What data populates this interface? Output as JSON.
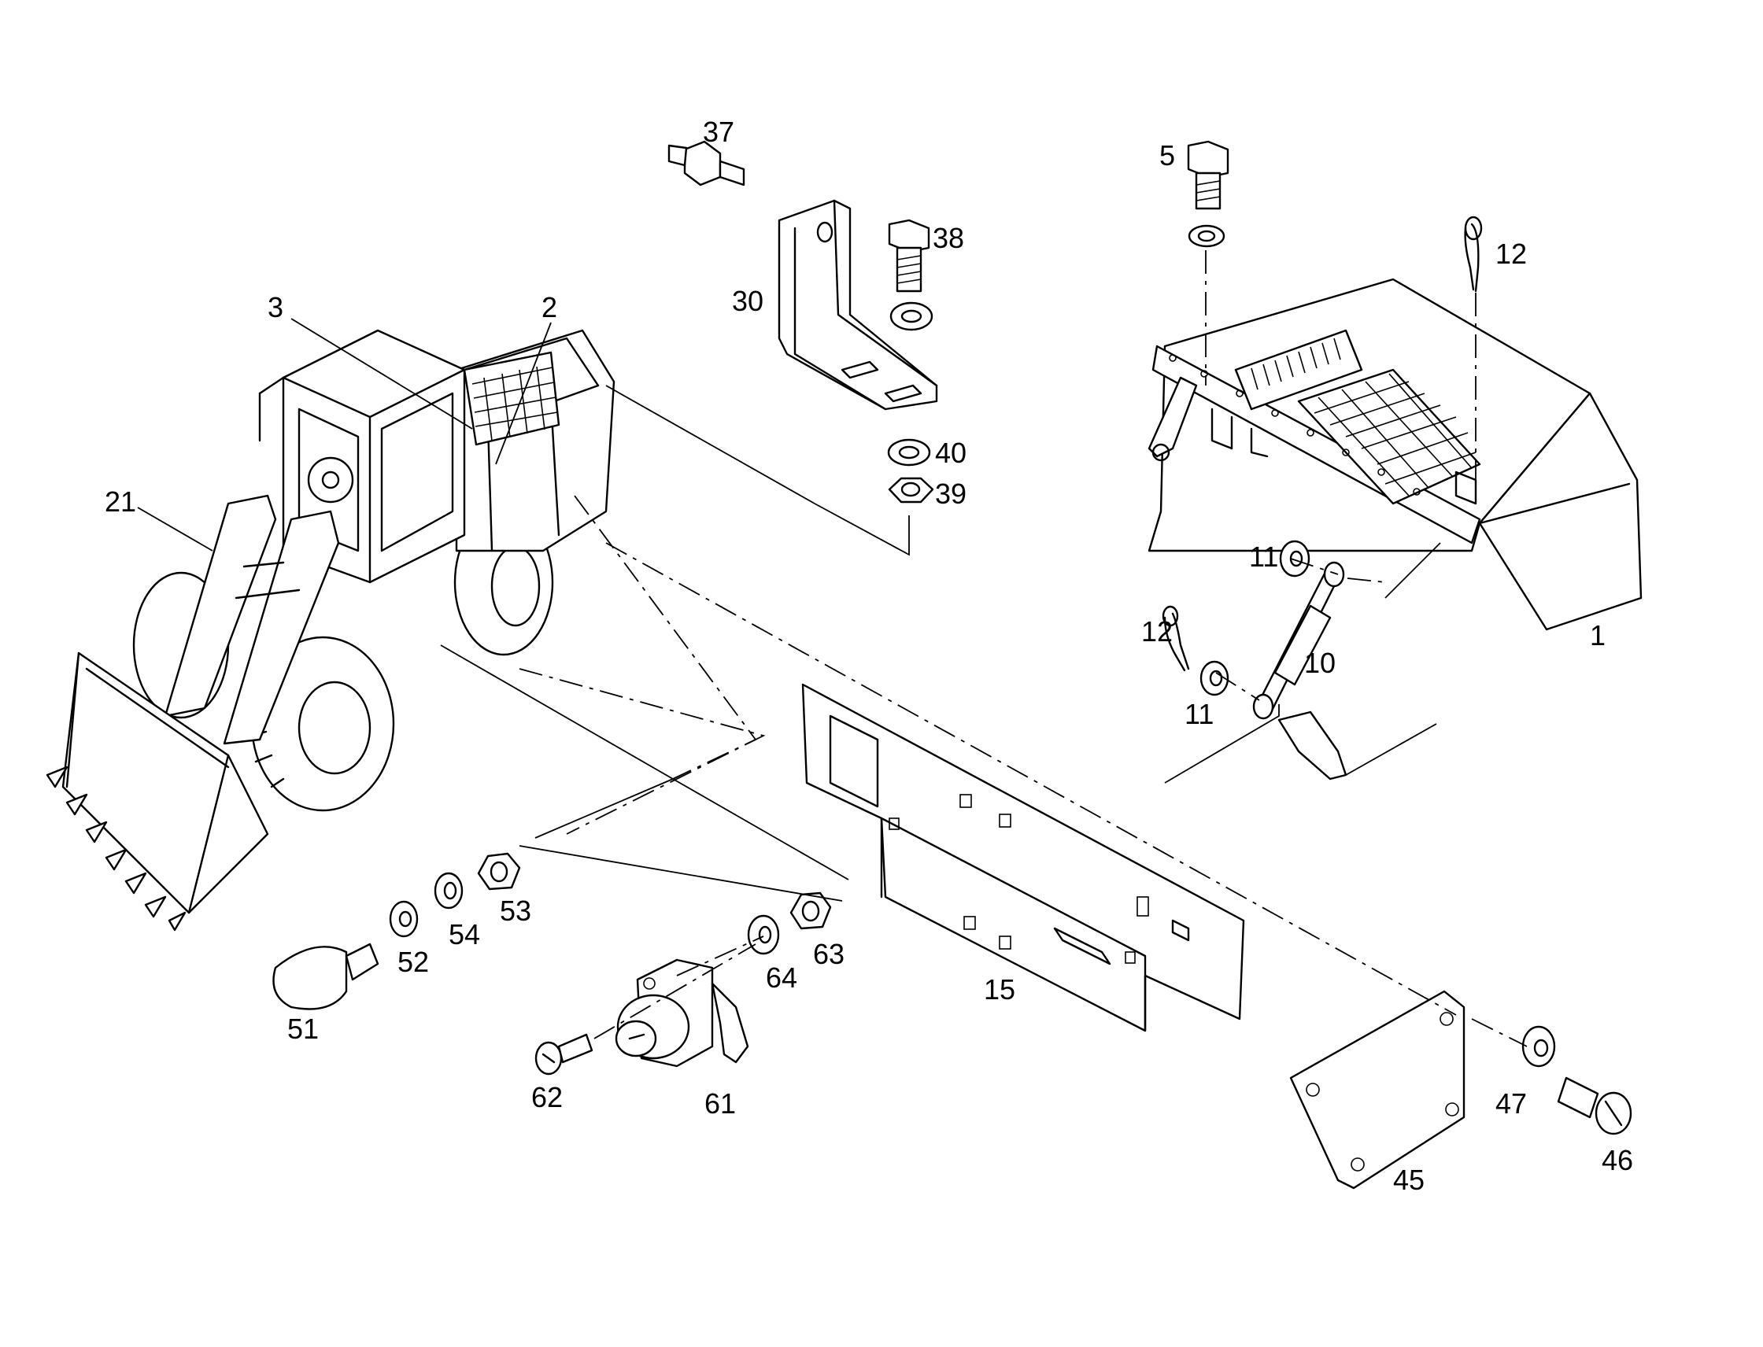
{
  "callouts": {
    "c1": "1",
    "c2": "2",
    "c3": "3",
    "c5": "5",
    "c10": "10",
    "c11a": "11",
    "c11b": "11",
    "c12a": "12",
    "c12b": "12",
    "c15": "15",
    "c21": "21",
    "c30": "30",
    "c37": "37",
    "c38": "38",
    "c39": "39",
    "c40": "40",
    "c45": "45",
    "c46": "46",
    "c47": "47",
    "c51": "51",
    "c52": "52",
    "c53": "53",
    "c54": "54",
    "c61": "61",
    "c62": "62",
    "c63": "63",
    "c64": "64"
  },
  "icons": {
    "loader": "wheel-loader-icon",
    "hood": "engine-hood-icon",
    "panel": "cover-panel-icon",
    "lock": "cylinder-lock-icon"
  }
}
